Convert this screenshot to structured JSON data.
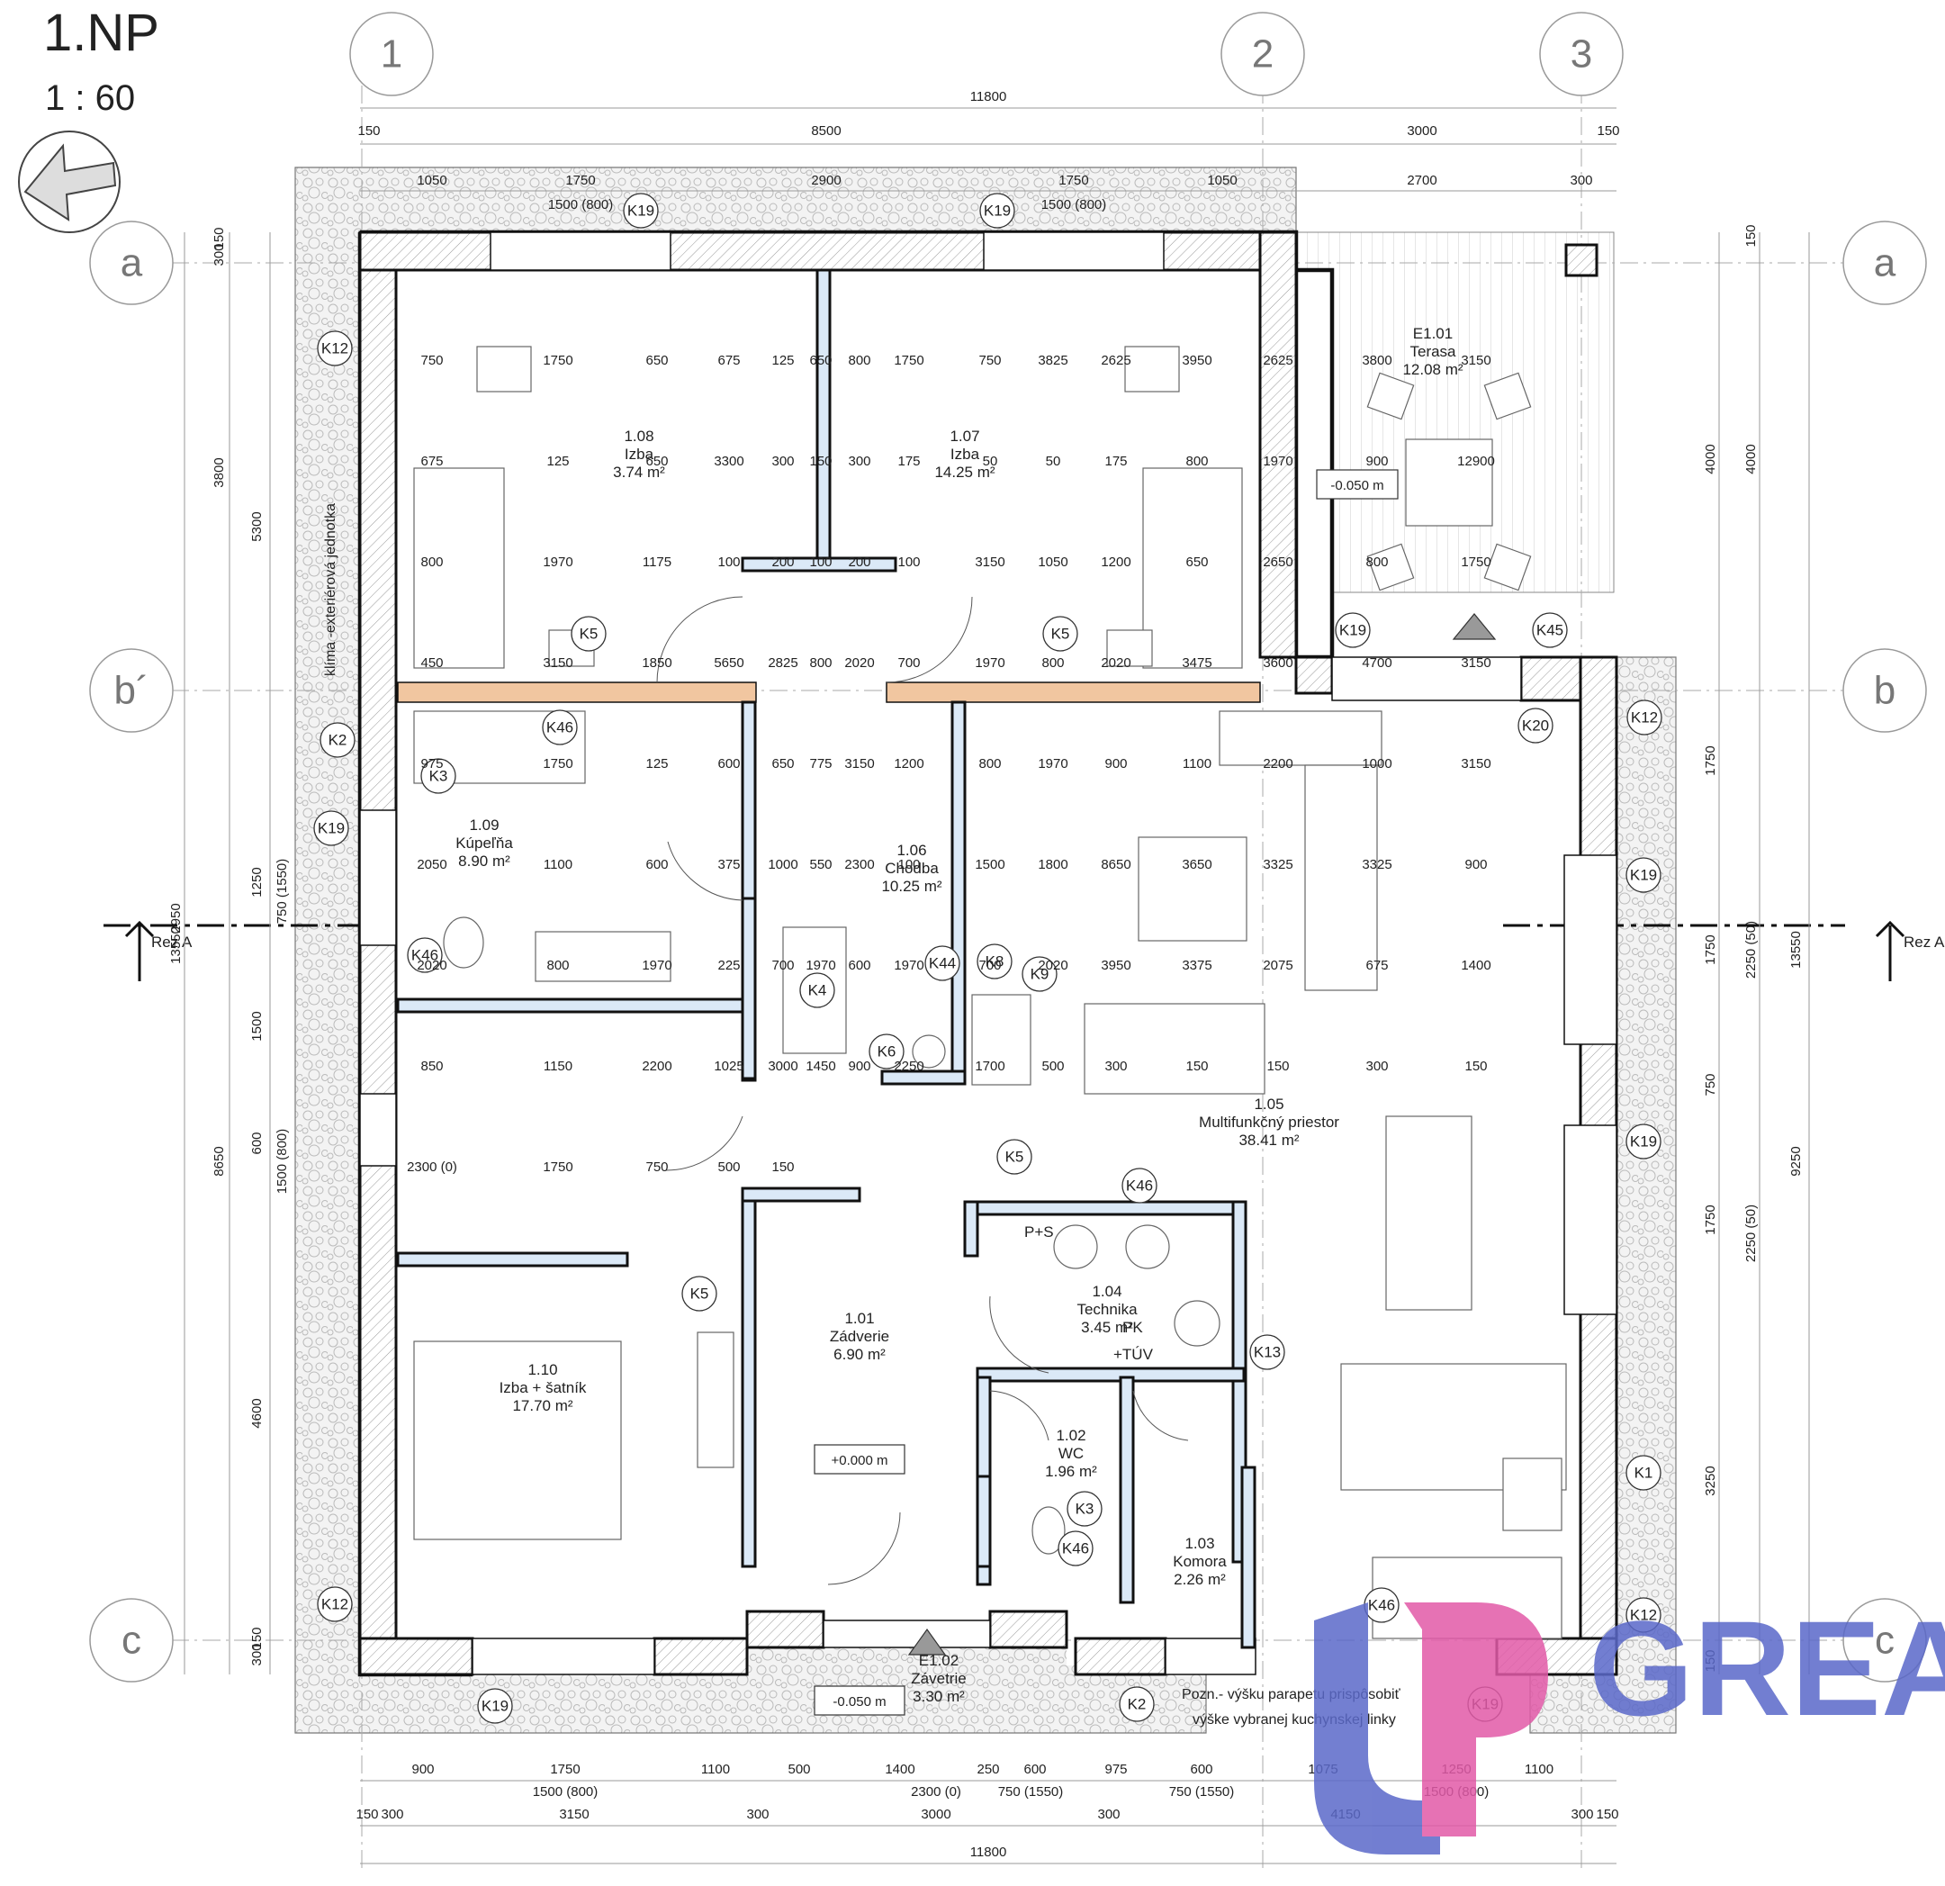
{
  "header": {
    "floor": "1.NP",
    "scale": "1 : 60"
  },
  "axes": {
    "top": [
      "1",
      "2",
      "3"
    ],
    "side": [
      "a",
      "b´",
      "c",
      "a",
      "b",
      "c"
    ]
  },
  "section": {
    "left": "Rez A",
    "right": "Rez A"
  },
  "rooms": [
    {
      "id": "1.08",
      "name": "Izba",
      "area": "3.74 m²"
    },
    {
      "id": "1.07",
      "name": "Izba",
      "area": "14.25 m²"
    },
    {
      "id": "E1.01",
      "name": "Terasa",
      "area": "12.08 m²"
    },
    {
      "id": "1.09",
      "name": "Kúpeľňa",
      "area": "8.90 m²"
    },
    {
      "id": "1.06",
      "name": "Chodba",
      "area": "10.25 m²"
    },
    {
      "id": "1.05",
      "name": "Multifunkčný priestor",
      "area": "38.41 m²"
    },
    {
      "id": "1.10",
      "name": "Izba + šatník",
      "area": "17.70 m²"
    },
    {
      "id": "1.01",
      "name": "Zádverie",
      "area": "6.90 m²"
    },
    {
      "id": "1.04",
      "name": "Technika",
      "area": "3.45 m²"
    },
    {
      "id": "1.02",
      "name": "WC",
      "area": "1.96 m²"
    },
    {
      "id": "1.03",
      "name": "Komora",
      "area": "2.26 m²"
    },
    {
      "id": "E1.02",
      "name": "Závetrie",
      "area": "3.30 m²"
    }
  ],
  "levels": [
    "-0.050 m",
    "+0.000 m",
    "-0.050 m"
  ],
  "labels": {
    "klima": "klíma -exteriérová jednotka",
    "pk": "PK",
    "tuv": "+TÚV",
    "ps": "P+S",
    "note1": "Pozn.- výšku parapetu prispôsobiť",
    "note2": "výške vybranej kuchynskej linky"
  },
  "tags": [
    "K19",
    "K19",
    "K12",
    "K5",
    "K5",
    "K19",
    "K45",
    "K20",
    "K12",
    "K2",
    "K46",
    "K3",
    "K19",
    "K19",
    "K46",
    "K44",
    "K8",
    "K9",
    "K4",
    "K6",
    "K5",
    "K46",
    "K19",
    "K5",
    "K13",
    "K1",
    "K3",
    "K46",
    "K12",
    "K12",
    "K46",
    "K19",
    "K2",
    "K19"
  ],
  "dims": {
    "top_total": "11800",
    "top_row2": [
      "150",
      "8500",
      "3000",
      "150"
    ],
    "top_row3": [
      "1050",
      "1750",
      "2900",
      "1750",
      "1050",
      "2700",
      "300"
    ],
    "top_openings": [
      "1500 (800)",
      "1500 (800)"
    ],
    "bottom_row1": [
      "900",
      "1750",
      "1100",
      "500",
      "1400",
      "250",
      "600",
      "975",
      "600",
      "1075",
      "1250",
      "1100"
    ],
    "bottom_openings": [
      "1500 (800)",
      "2300 (0)",
      "750 (1550)",
      "750 (1550)",
      "1500 (800)"
    ],
    "bottom_row2": [
      "150",
      "300",
      "3150",
      "300",
      "3000",
      "300",
      "4150",
      "300",
      "150"
    ],
    "bottom_total": "11800",
    "left_outer": [
      "300",
      "150",
      "3800",
      "5300",
      "1250",
      "750 (1550)",
      "1500",
      "600",
      "1500 (800)",
      "8650",
      "4600",
      "150",
      "300",
      "13550",
      "2950"
    ],
    "right_outer": [
      "150",
      "4000",
      "4000",
      "1750",
      "1750",
      "2250 (50)",
      "750",
      "1750",
      "2250 (50)",
      "9250",
      "13550",
      "3250",
      "150"
    ],
    "interior": [
      "750",
      "1750",
      "650",
      "675",
      "125",
      "650",
      "800",
      "1750",
      "750",
      "3825",
      "2625",
      "3950",
      "2625",
      "3800",
      "3150",
      "675",
      "125",
      "650",
      "3300",
      "300",
      "150",
      "300",
      "175",
      "50",
      "50",
      "175",
      "800",
      "1970",
      "900",
      "12900",
      "800",
      "1970",
      "1175",
      "100",
      "200",
      "100",
      "200",
      "100",
      "3150",
      "1050",
      "1200",
      "650",
      "2650",
      "800",
      "1750",
      "450",
      "3150",
      "1850",
      "5650",
      "2825",
      "800",
      "2020",
      "700",
      "1970",
      "800",
      "2020",
      "3475",
      "3600",
      "4700",
      "3150",
      "975",
      "1750",
      "125",
      "600",
      "650",
      "775",
      "3150",
      "1200",
      "800",
      "1970",
      "900",
      "1100",
      "2200",
      "1000",
      "3150",
      "2050",
      "1100",
      "600",
      "375",
      "1000",
      "550",
      "2300",
      "100",
      "1500",
      "1800",
      "8650",
      "3650",
      "3325",
      "3325",
      "900",
      "2020",
      "800",
      "1970",
      "225",
      "700",
      "1970",
      "600",
      "1970",
      "700",
      "2020",
      "3950",
      "3375",
      "2075",
      "675",
      "1400",
      "850",
      "1150",
      "2200",
      "1025",
      "3000",
      "1450",
      "900",
      "2250",
      "1700",
      "500",
      "300",
      "150",
      "150",
      "300",
      "150",
      "2300 (0)",
      "1750",
      "750",
      "500",
      "150"
    ]
  },
  "watermark": "GREAT"
}
